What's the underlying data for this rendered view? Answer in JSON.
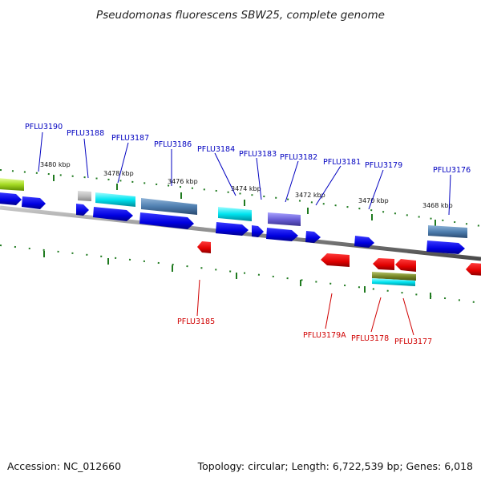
{
  "title": "Pseudomonas fluorescens SBW25, complete genome",
  "footer": {
    "accession": "Accession: NC_012660",
    "topology": "Topology: circular; Length: 6,722,539 bp; Genes: 6,018"
  },
  "colors": {
    "forward_label": "#0000c0",
    "reverse_label": "#d00000",
    "tick": "#1f7a1f",
    "backbone": "#808080"
  },
  "ticks": [
    "3480 kbp",
    "3478 kbp",
    "3476 kbp",
    "3474 kbp",
    "3472 kbp",
    "3470 kbp",
    "3468 kbp"
  ],
  "forward_labels": [
    "PFLU3190",
    "PFLU3188",
    "PFLU3187",
    "PFLU3186",
    "PFLU3184",
    "PFLU3183",
    "PFLU3182",
    "PFLU3181",
    "PFLU3179",
    "PFLU3176"
  ],
  "reverse_labels": [
    "PFLU3185",
    "PFLU3179A",
    "PFLU3178",
    "PFLU3177"
  ]
}
